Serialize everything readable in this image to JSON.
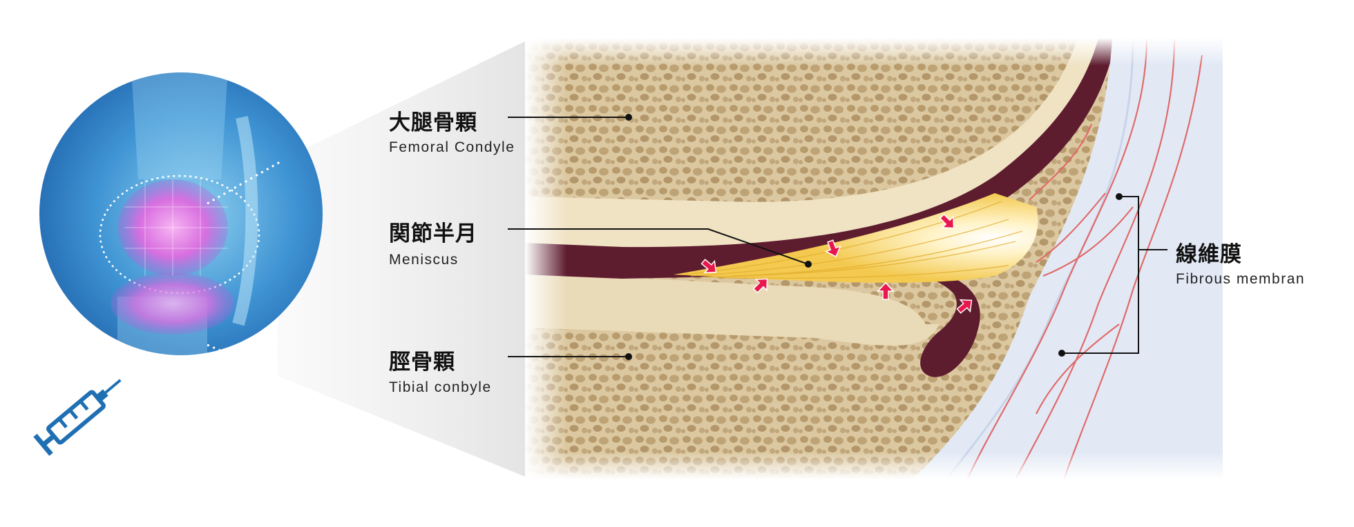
{
  "labels": {
    "femoral": {
      "jp": "大腿骨顆",
      "en": "Femoral Condyle"
    },
    "meniscus": {
      "jp": "関節半月",
      "en": "Meniscus"
    },
    "tibial": {
      "jp": "脛骨顆",
      "en": "Tibial conbyle"
    },
    "fibrous": {
      "jp": "線維膜",
      "en": "Fibrous membran"
    }
  },
  "colors": {
    "bone": "#d9c49b",
    "bone_pore": "#b89c6e",
    "cartilage": "#f0e3c4",
    "capsule_dark": "#5e1d2f",
    "meniscus": "#f2cf56",
    "pressure_arrow": "#e8184e",
    "membrane": "#dfe6f3",
    "vessel": "#e06a6a",
    "knee_bg": "#2d7fc3",
    "syringe": "#1f6fb3",
    "leader": "#111111"
  },
  "icons": [
    "knee-joint-icon",
    "syringe-icon",
    "pressure-arrow-icon"
  ]
}
